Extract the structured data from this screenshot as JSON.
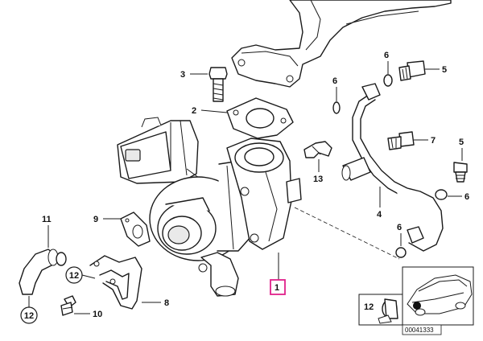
{
  "labels": {
    "l1": "1",
    "l2": "2",
    "l3": "3",
    "l4": "4",
    "l5a": "5",
    "l5b": "5",
    "l6a": "6",
    "l6b": "6",
    "l6c": "6",
    "l6d": "6",
    "l7": "7",
    "l8": "8",
    "l9": "9",
    "l10": "10",
    "l11": "11",
    "l12a": "12",
    "l12b": "12",
    "l12c": "12",
    "l13": "13"
  },
  "reference_code": "00041333",
  "colors": {
    "highlight": "#e0218a",
    "line": "#1a1a1a"
  }
}
